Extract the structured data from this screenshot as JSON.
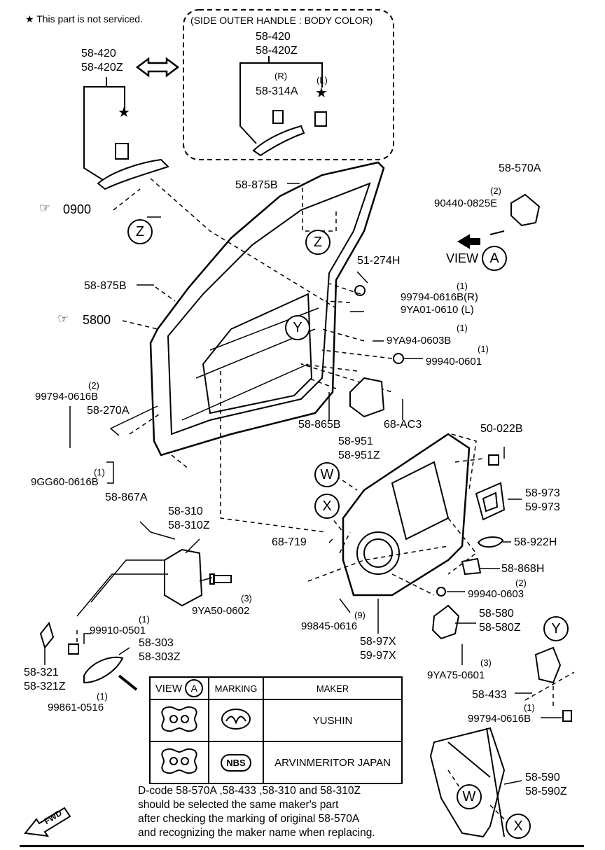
{
  "header": {
    "legend": "★ This part is not serviced.",
    "box_title": "(SIDE OUTER HANDLE : BODY COLOR)"
  },
  "labels": {
    "h_top_a": "58-420",
    "h_top_b": "58-420Z",
    "box_a": "58-420",
    "box_b": "58-420Z",
    "box_r": "(R)",
    "box_l": "(L)",
    "box_c": "58-314A",
    "ref_0900": "0900",
    "ref_5800": "5800",
    "p875b_1": "58-875B",
    "p875b_2": "58-875B",
    "p570a": "58-570A",
    "p90440_q": "(2)",
    "p90440": "90440-0825E",
    "view": "VIEW",
    "p51274h": "51-274H",
    "p99794r_q": "(1)",
    "p99794r": "99794-0616B(R)",
    "p9ya01": "9YA01-0610 (L)",
    "p9ya94_q": "(1)",
    "p9ya94": "9YA94-0603B",
    "p99940_q": "(1)",
    "p99940": "99940-0601",
    "p99794_q": "(2)",
    "p99794": "99794-0616B",
    "p58270a": "58-270A",
    "p9gg60_q": "(1)",
    "p9gg60": "9GG60-0616B",
    "p58867a": "58-867A",
    "p58865b": "58-865B",
    "p68ac3": "68-AC3",
    "p58951": "58-951",
    "p58951z": "58-951Z",
    "p50022b": "50-022B",
    "p58973": "58-973",
    "p59973": "59-973",
    "p58922h": "58-922H",
    "p58868h": "58-868H",
    "p68719": "68-719",
    "p58310": "58-310",
    "p58310z": "58-310Z",
    "p9ya50_q": "(3)",
    "p9ya50": "9YA50-0602",
    "p99940b_q": "(2)",
    "p99940b": "99940-0603",
    "p99845_q": "(9)",
    "p99845": "99845-0616",
    "p5897x": "58-97X",
    "p5997x": "59-97X",
    "p58580": "58-580",
    "p58580z": "58-580Z",
    "p9ya75_q": "(3)",
    "p9ya75": "9YA75-0601",
    "p99910_q": "(1)",
    "p99910": "99910-0501",
    "p58303": "58-303",
    "p58303z": "58-303Z",
    "p58321": "58-321",
    "p58321z": "58-321Z",
    "p99861_q": "(1)",
    "p99861": "99861-0516",
    "p58433": "58-433",
    "p99794c_q": "(1)",
    "p99794c": "99794-0616B",
    "p58590": "58-590",
    "p58590z": "58-590Z",
    "fwd": "FWD"
  },
  "callouts": {
    "z": "Z",
    "y": "Y",
    "w": "W",
    "x": "X",
    "a": "A"
  },
  "maker_table": {
    "headers": {
      "view": "VIEW",
      "view_circle": "A",
      "marking": "MARKING",
      "maker": "MAKER"
    },
    "rows": [
      {
        "mark": "mazda-logo",
        "maker": "YUSHIN"
      },
      {
        "mark": "NBS",
        "maker": "ARVINMERITOR JAPAN"
      }
    ]
  },
  "note_lines": [
    "D-code  58-570A ,58-433 ,58-310  and  58-310Z",
    "should be selected the same maker's part",
    "after checking the marking of original  58-570A",
    "and recognizing the maker name when replacing."
  ]
}
